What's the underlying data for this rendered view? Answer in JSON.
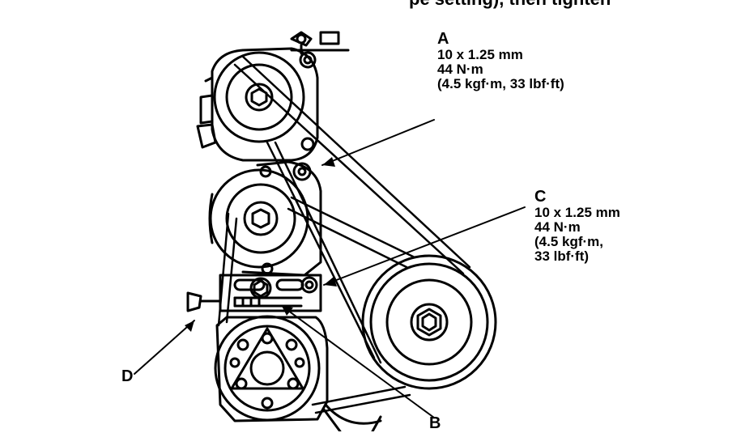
{
  "header_fragment": "pe setting), then tighten",
  "callouts": {
    "A": {
      "letter": "A",
      "lines": [
        "10 x 1.25 mm",
        "44 N·m",
        "(4.5 kgf·m, 33 lbf·ft)"
      ]
    },
    "B": {
      "letter": "B"
    },
    "C": {
      "letter": "C",
      "lines": [
        "10 x 1.25 mm",
        "44 N·m",
        "(4.5 kgf·m,",
        "33 lbf·ft)"
      ]
    },
    "D": {
      "letter": "D"
    }
  },
  "colors": {
    "ink": "#000000",
    "paper": "#ffffff"
  }
}
